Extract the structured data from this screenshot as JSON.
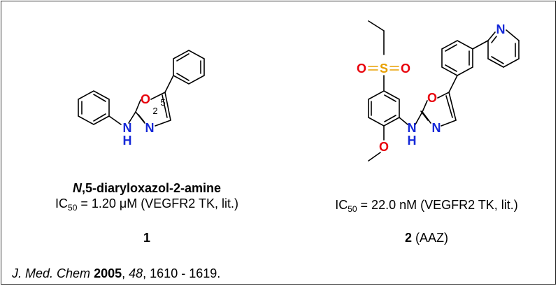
{
  "colors": {
    "oxygen": "#e8000b",
    "nitrogen": "#1428d8",
    "sulfur": "#e8a000",
    "bond": "#000000"
  },
  "compound1": {
    "atoms": {
      "o": "O",
      "n": "N",
      "nh_n": "N",
      "nh_h": "H",
      "pos2": "2",
      "pos5": "5"
    },
    "name_italic": "N",
    "name_rest": ",5-diaryloxazol-2-amine",
    "ic50_label": "IC",
    "ic50_sub": "50",
    "ic50_value": " = 1.20 μM (VEGFR2 TK, lit.)",
    "number": "1"
  },
  "compound2": {
    "atoms": {
      "o1": "O",
      "s": "S",
      "o2": "O",
      "o_ring": "O",
      "n_ring": "N",
      "nh_n": "N",
      "nh_h": "H",
      "o_methoxy": "O",
      "n_pyridine": "N"
    },
    "ic50_label": "IC",
    "ic50_sub": "50",
    "ic50_value": " = 22.0 nM (VEGFR2 TK, lit.)",
    "number": "2",
    "alias": " (AAZ)"
  },
  "citation": {
    "journal": "J. Med. Chem",
    "year": "2005",
    "volume": "48",
    "pages": ", 1610 - 1619."
  }
}
